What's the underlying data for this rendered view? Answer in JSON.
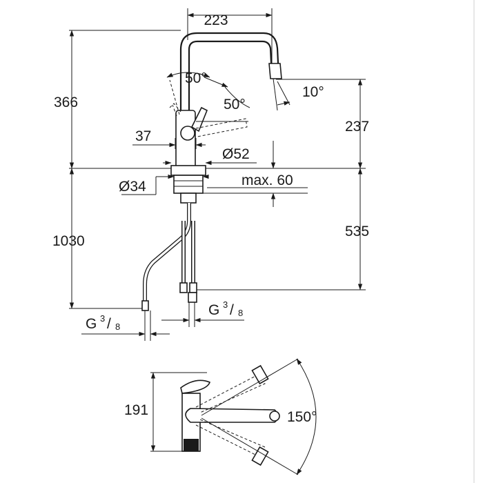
{
  "dimensions": {
    "spout_reach": "223",
    "total_height": "366",
    "spout_height": "237",
    "lever_angle_top": "50°",
    "lever_angle_side": "50°",
    "spout_tilt": "10°",
    "lever_offset": "37",
    "base_diameter": "Ø52",
    "hole_diameter": "Ø34",
    "max_deck": "max. 60",
    "hose_length": "1030",
    "below_deck": "535",
    "swivel_height": "191",
    "swivel_angle": "150°"
  },
  "connections": {
    "left": {
      "base": "G",
      "num": "3",
      "den": "8"
    },
    "right": {
      "base": "G",
      "num": "3",
      "den": "8"
    }
  }
}
